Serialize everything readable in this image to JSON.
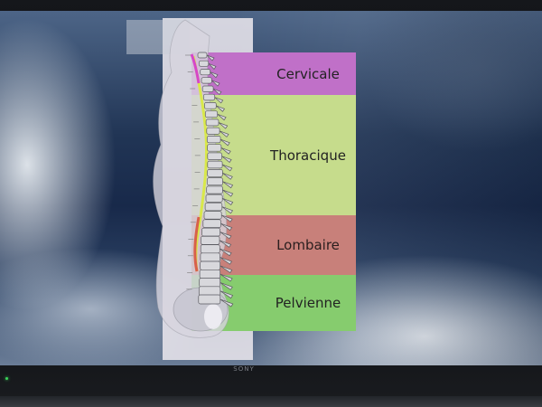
{
  "regions": [
    {
      "key": "cervicale",
      "label": "Cervicale",
      "color": "#c070c8"
    },
    {
      "key": "thoracique",
      "label": "Thoracique",
      "color": "#c6dc8c"
    },
    {
      "key": "lombaire",
      "label": "Lombaire",
      "color": "#c8807a"
    },
    {
      "key": "pelvienne",
      "label": "Pelvienne",
      "color": "#86cc6e"
    }
  ],
  "monitor": {
    "brand": "SONY"
  },
  "icons": [
    "power-led-icon"
  ]
}
